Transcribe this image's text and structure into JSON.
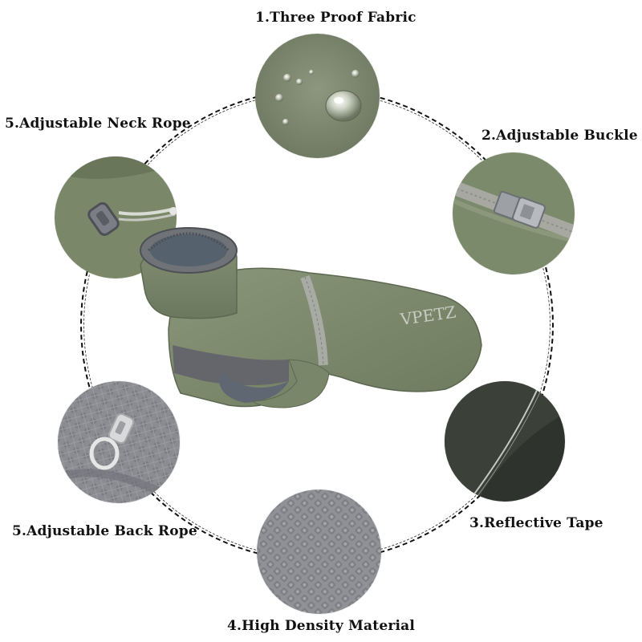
{
  "features": {
    "three_proof_fabric": "1.Three Proof Fabric",
    "adjustable_buckle": "2.Adjustable Buckle",
    "reflective_tape": "3.Reflective Tape",
    "high_density_material": "4.High Density Material",
    "adjustable_back_rope": "5.Adjustable Back Rope",
    "adjustable_neck_rope": "5.Adjustable Neck Rope"
  },
  "product": {
    "brand_logo": "VPETZ"
  },
  "colors": {
    "fabric_green": "#7d8a6d",
    "fabric_dark_green": "#5f6b53",
    "lining_grey": "#6e6f73",
    "mesh_grey": "#8d8f94",
    "reflective_black": "#2b2d2a",
    "ring_line": "#111111"
  }
}
